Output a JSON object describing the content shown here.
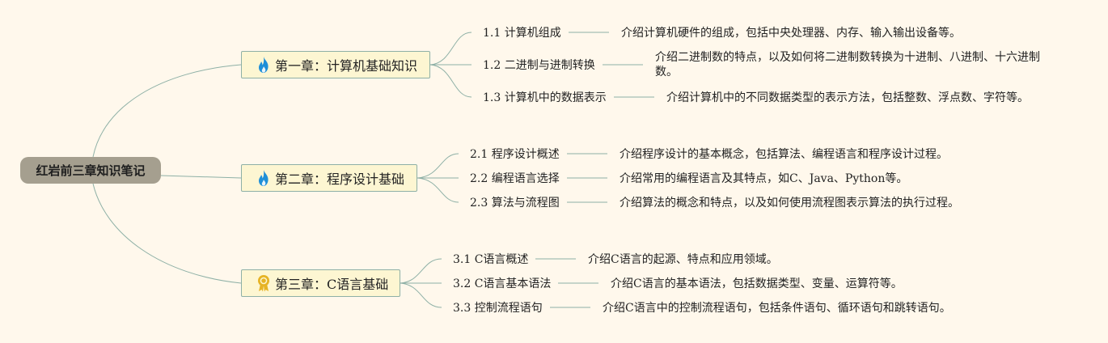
{
  "root": {
    "label": "红岩前三章知识笔记"
  },
  "chapters": [
    {
      "label": "第一章：计算机基础知识",
      "icon": "fire-icon",
      "sections": [
        {
          "label": "1.1 计算机组成",
          "desc": "介绍计算机硬件的组成，包括中央处理器、内存、输入输出设备等。"
        },
        {
          "label": "1.2 二进制与进制转换",
          "desc": "介绍二进制数的特点，以及如何将二进制数转换为十进制、八进制、十六进制数。"
        },
        {
          "label": "1.3 计算机中的数据表示",
          "desc": "介绍计算机中的不同数据类型的表示方法，包括整数、浮点数、字符等。"
        }
      ]
    },
    {
      "label": "第二章：程序设计基础",
      "icon": "fire-icon",
      "sections": [
        {
          "label": "2.1 程序设计概述",
          "desc": "介绍程序设计的基本概念，包括算法、编程语言和程序设计过程。"
        },
        {
          "label": "2.2 编程语言选择",
          "desc": "介绍常用的编程语言及其特点，如C、Java、Python等。"
        },
        {
          "label": "2.3 算法与流程图",
          "desc": "介绍算法的概念和特点，以及如何使用流程图表示算法的执行过程。"
        }
      ]
    },
    {
      "label": "第三章：C语言基础",
      "icon": "award-ribbon-icon",
      "sections": [
        {
          "label": "3.1 C语言概述",
          "desc": "介绍C语言的起源、特点和应用领域。"
        },
        {
          "label": "3.2 C语言基本语法",
          "desc": "介绍C语言的基本语法，包括数据类型、变量、运算符等。"
        },
        {
          "label": "3.3 控制流程语句",
          "desc": "介绍C语言中的控制流程语句，包括条件语句、循环语句和跳转语句。"
        }
      ]
    }
  ],
  "colors": {
    "background": "#fff8ec",
    "root_fill": "#a59f8f",
    "chapter_fill": "#fdf6d2",
    "line": "#8eb0a6",
    "fire": "#1e8fd8",
    "award": "#e6b325"
  }
}
